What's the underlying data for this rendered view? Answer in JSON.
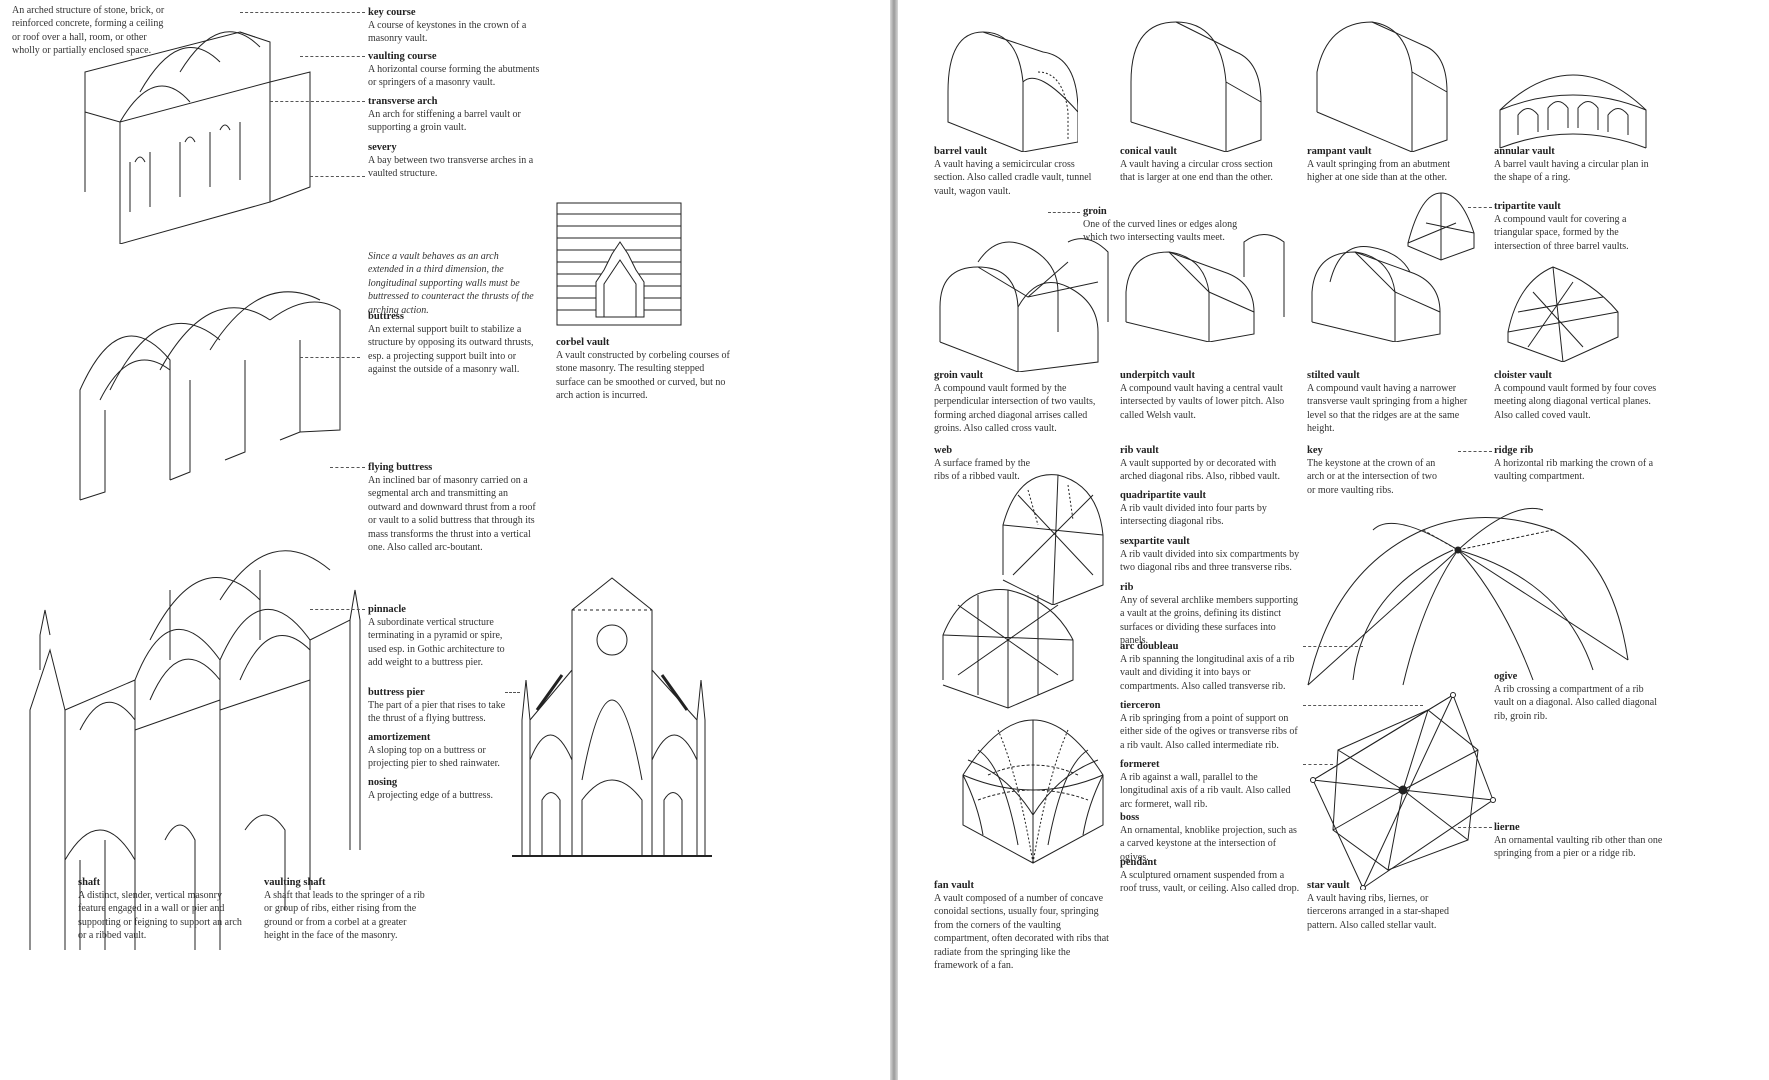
{
  "left": {
    "intro": "An arched structure of stone, brick, or reinforced concrete, forming a ceiling or roof over a hall, room, or other wholly or partially enclosed space.",
    "note": "Since a vault behaves as an arch extended in a third dimension, the longitudinal supporting walls must be buttressed to counteract the thrusts of the arching action.",
    "entries": {
      "key_course": {
        "term": "key course",
        "def": "A course of keystones in the crown of a masonry vault."
      },
      "vaulting_course": {
        "term": "vaulting course",
        "def": "A horizontal course forming the abutments or springers of a masonry vault."
      },
      "transverse_arch": {
        "term": "transverse arch",
        "def": "An arch for stiffening a barrel vault or supporting a groin vault."
      },
      "severy": {
        "term": "severy",
        "def": "A bay between two transverse arches in a vaulted structure."
      },
      "buttress": {
        "term": "buttress",
        "def": "An external support built to stabilize a structure by opposing its outward thrusts, esp. a projecting support built into or against the outside of a masonry wall."
      },
      "corbel_vault": {
        "term": "corbel vault",
        "def": "A vault constructed by corbeling courses of stone masonry. The resulting stepped surface can be smoothed or curved, but no arch action is incurred."
      },
      "flying_buttress": {
        "term": "flying buttress",
        "def": "An inclined bar of masonry carried on a segmental arch and transmitting an outward and downward thrust from a roof or vault to a solid buttress that through its mass transforms the thrust into a vertical one. Also called arc-boutant."
      },
      "pinnacle": {
        "term": "pinnacle",
        "def": "A subordinate vertical structure terminating in a pyramid or spire, used esp. in Gothic architecture to add weight to a buttress pier."
      },
      "buttress_pier": {
        "term": "buttress pier",
        "def": "The part of a pier that rises to take the thrust of a flying buttress."
      },
      "amortizement": {
        "term": "amortizement",
        "def": "A sloping top on a buttress or projecting pier to shed rainwater."
      },
      "nosing": {
        "term": "nosing",
        "def": "A projecting edge of a buttress."
      },
      "shaft": {
        "term": "shaft",
        "def": "A distinct, slender, vertical masonry feature engaged in a wall or pier and supporting or feigning to support an arch or a ribbed vault."
      },
      "vaulting_shaft": {
        "term": "vaulting shaft",
        "def": "A shaft that leads to the springer of a rib or group of ribs, either rising from the ground or from a corbel at a greater height in the face of the masonry."
      }
    }
  },
  "right": {
    "entries": {
      "barrel_vault": {
        "term": "barrel vault",
        "def": "A vault having a semicircular cross section. Also called cradle vault, tunnel vault, wagon vault."
      },
      "conical_vault": {
        "term": "conical vault",
        "def": "A vault having a circular cross section that is larger at one end than the other."
      },
      "rampant_vault": {
        "term": "rampant vault",
        "def": "A vault springing from an abutment higher at one side than at the other."
      },
      "annular_vault": {
        "term": "annular vault",
        "def": "A barrel vault having a circular plan in the shape of a ring."
      },
      "groin": {
        "term": "groin",
        "def": "One of the curved lines or edges along which two intersecting vaults meet."
      },
      "tripartite_vault": {
        "term": "tripartite vault",
        "def": "A compound vault for covering a triangular space, formed by the intersection of three barrel vaults."
      },
      "groin_vault": {
        "term": "groin vault",
        "def": "A compound vault formed by the perpendicular intersection of two vaults, forming arched diagonal arrises called groins. Also called cross vault."
      },
      "underpitch_vault": {
        "term": "underpitch vault",
        "def": "A compound vault having a central vault intersected by vaults of lower pitch. Also called Welsh vault."
      },
      "stilted_vault": {
        "term": "stilted vault",
        "def": "A compound vault having a narrower transverse vault springing from a higher level so that the ridges are at the same height."
      },
      "cloister_vault": {
        "term": "cloister vault",
        "def": "A compound vault formed by four coves meeting along diagonal vertical planes. Also called coved vault."
      },
      "web": {
        "term": "web",
        "def": "A surface framed by the ribs of a ribbed vault."
      },
      "rib_vault": {
        "term": "rib vault",
        "def": "A vault supported by or decorated with arched diagonal ribs. Also, ribbed vault."
      },
      "quadripartite_vault": {
        "term": "quadripartite vault",
        "def": "A rib vault divided into four parts by intersecting diagonal ribs."
      },
      "sexpartite_vault": {
        "term": "sexpartite vault",
        "def": "A rib vault divided into six compartments by two diagonal ribs and three transverse ribs."
      },
      "rib": {
        "term": "rib",
        "def": "Any of several archlike members supporting a vault at the groins, defining its distinct surfaces or dividing these surfaces into panels."
      },
      "arc_doubleau": {
        "term": "arc doubleau",
        "def": "A rib spanning the longitudinal axis of a rib vault and dividing it into bays or compartments. Also called transverse rib."
      },
      "tierceron": {
        "term": "tierceron",
        "def": "A rib springing from a point of support on either side of the ogives or transverse ribs of a rib vault. Also called intermediate rib."
      },
      "formeret": {
        "term": "formeret",
        "def": "A rib against a wall, parallel to the longitudinal axis of a rib vault. Also called arc formeret, wall rib."
      },
      "boss": {
        "term": "boss",
        "def": "An ornamental, knoblike projection, such as a carved keystone at the intersection of ogives."
      },
      "pendant": {
        "term": "pendant",
        "def": "A sculptured ornament suspended from a roof truss, vault, or ceiling. Also called drop."
      },
      "key": {
        "term": "key",
        "def": "The keystone at the crown of an arch or at the intersection of two or more vaulting ribs."
      },
      "ridge_rib": {
        "term": "ridge rib",
        "def": "A horizontal rib marking the crown of a vaulting compartment."
      },
      "ogive": {
        "term": "ogive",
        "def": "A rib crossing a compartment of a rib vault on a diagonal. Also called diagonal rib, groin rib."
      },
      "lierne": {
        "term": "lierne",
        "def": "An ornamental vaulting rib other than one springing from a pier or a ridge rib."
      },
      "fan_vault": {
        "term": "fan vault",
        "def": "A vault composed of a number of concave conoidal sections, usually four, springing from the corners of the vaulting compartment, often decorated with ribs that radiate from the springing like the framework of a fan."
      },
      "star_vault": {
        "term": "star vault",
        "def": "A vault having ribs, liernes, or tiercerons arranged in a star-shaped pattern. Also called stellar vault."
      }
    }
  },
  "colors": {
    "ink": "#222222",
    "paper": "#ffffff",
    "gutter": "#9a9a9a"
  }
}
